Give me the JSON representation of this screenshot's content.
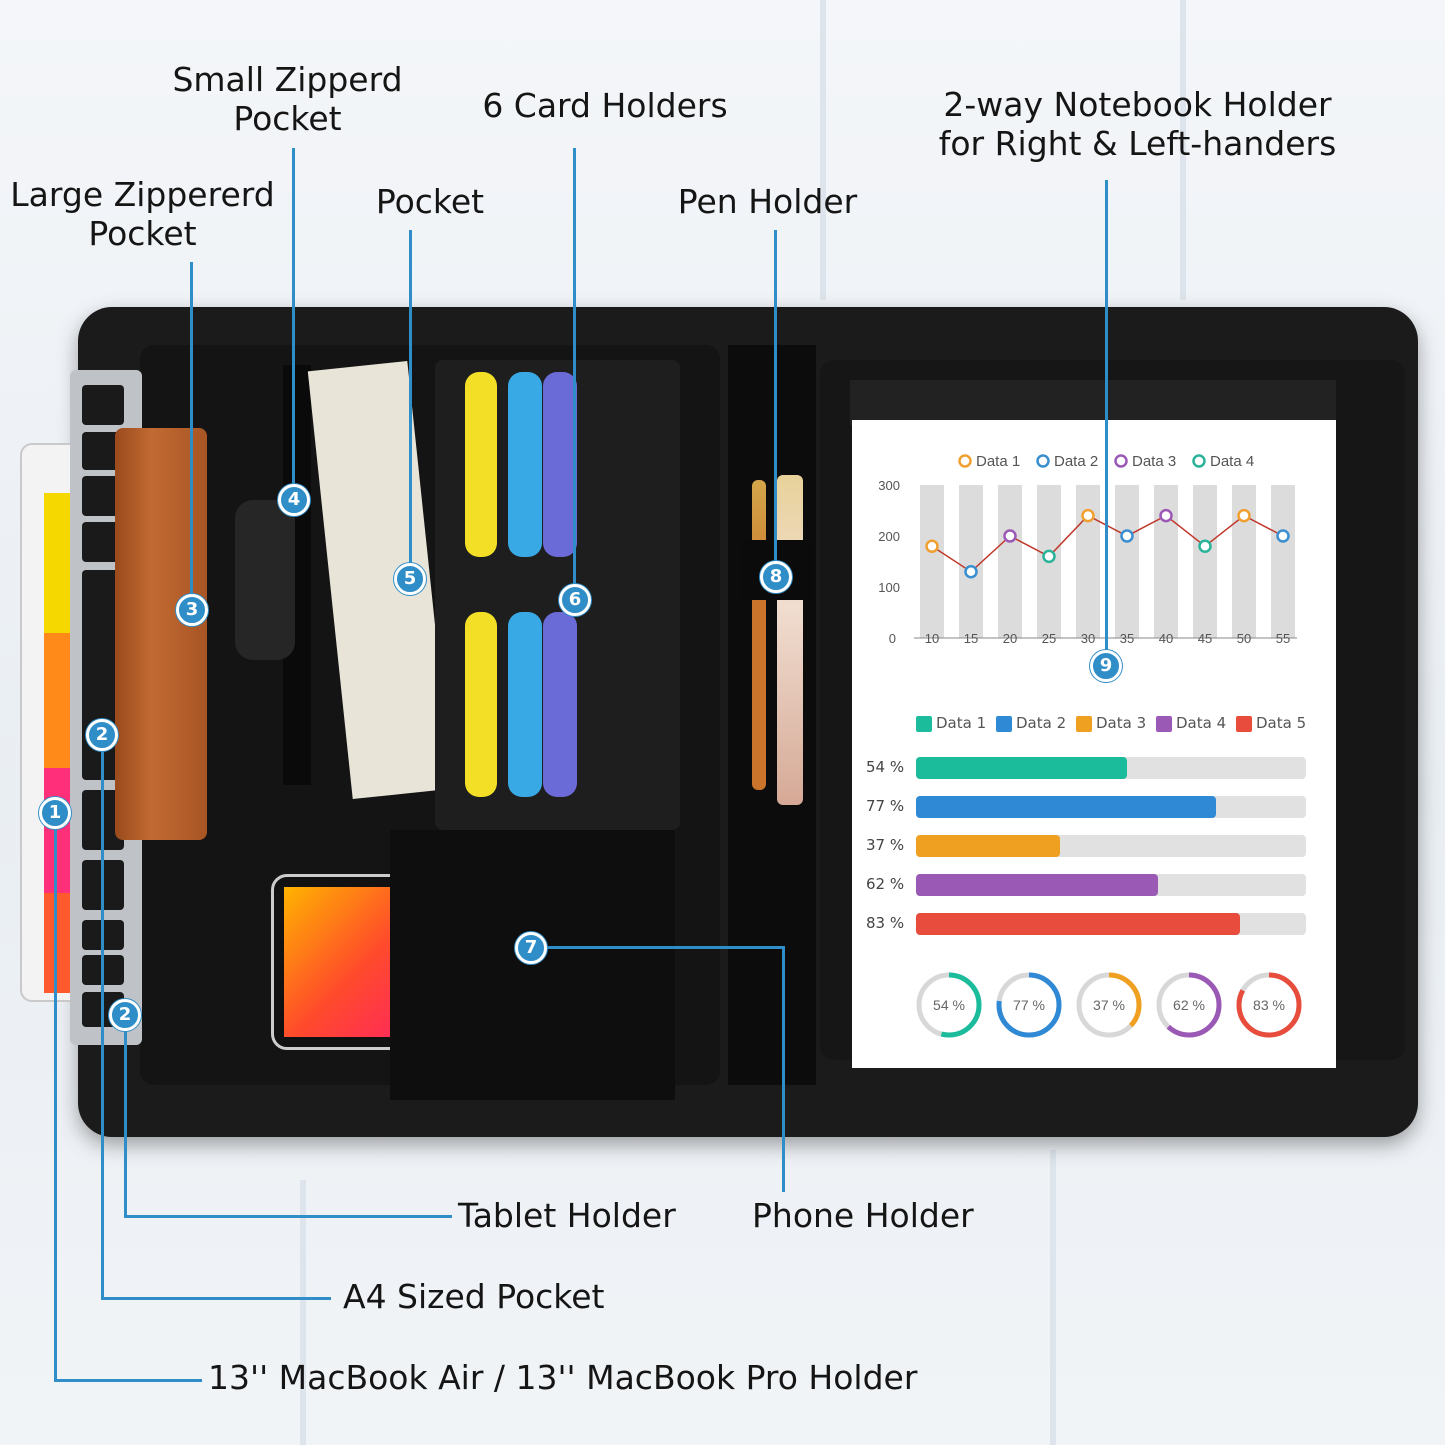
{
  "labels": {
    "small_zipper_pocket": "Small Zipperd\nPocket",
    "card_holders": "6 Card Holders",
    "notebook_holder": "2-way Notebook Holder\nfor Right & Left-handers",
    "large_zipper_pocket": "Large Zippererd\nPocket",
    "pocket": "Pocket",
    "pen_holder": "Pen Holder",
    "tablet_holder": "Tablet Holder",
    "phone_holder": "Phone Holder",
    "a4_pocket": "A4 Sized Pocket",
    "macbook_holder": "13'' MacBook Air / 13'' MacBook Pro Holder"
  },
  "markers": [
    "1",
    "2",
    "2",
    "3",
    "4",
    "5",
    "6",
    "7",
    "8",
    "9"
  ],
  "chart_data": [
    {
      "type": "line",
      "series": [
        {
          "name": "Data 1",
          "color": "#f0a030"
        },
        {
          "name": "Data 2",
          "color": "#3a8fd0"
        },
        {
          "name": "Data 3",
          "color": "#9b59b6"
        },
        {
          "name": "Data 4",
          "color": "#2bb39a"
        }
      ],
      "x": [
        10,
        15,
        20,
        25,
        30,
        35,
        40,
        45,
        50,
        55
      ],
      "y": [
        180,
        130,
        200,
        160,
        240,
        200,
        240,
        180,
        240,
        200
      ],
      "point_colors": [
        "#f0a030",
        "#3a8fd0",
        "#9b59b6",
        "#2bb39a",
        "#f0a030",
        "#3a8fd0",
        "#9b59b6",
        "#2bb39a",
        "#f0a030",
        "#3a8fd0"
      ],
      "yticks": [
        0,
        100,
        200,
        300
      ],
      "ylim": [
        0,
        300
      ]
    },
    {
      "type": "bar",
      "series": [
        {
          "name": "Data 1",
          "color": "#1bbc9b",
          "value": 54,
          "label": "54 %"
        },
        {
          "name": "Data 2",
          "color": "#2f89d4",
          "value": 77,
          "label": "77 %"
        },
        {
          "name": "Data 3",
          "color": "#f0a020",
          "value": 37,
          "label": "37 %"
        },
        {
          "name": "Data 4",
          "color": "#9b59b6",
          "value": 62,
          "label": "62 %"
        },
        {
          "name": "Data 5",
          "color": "#e74c3c",
          "value": 83,
          "label": "83 %"
        }
      ],
      "xlim": [
        0,
        100
      ]
    }
  ]
}
